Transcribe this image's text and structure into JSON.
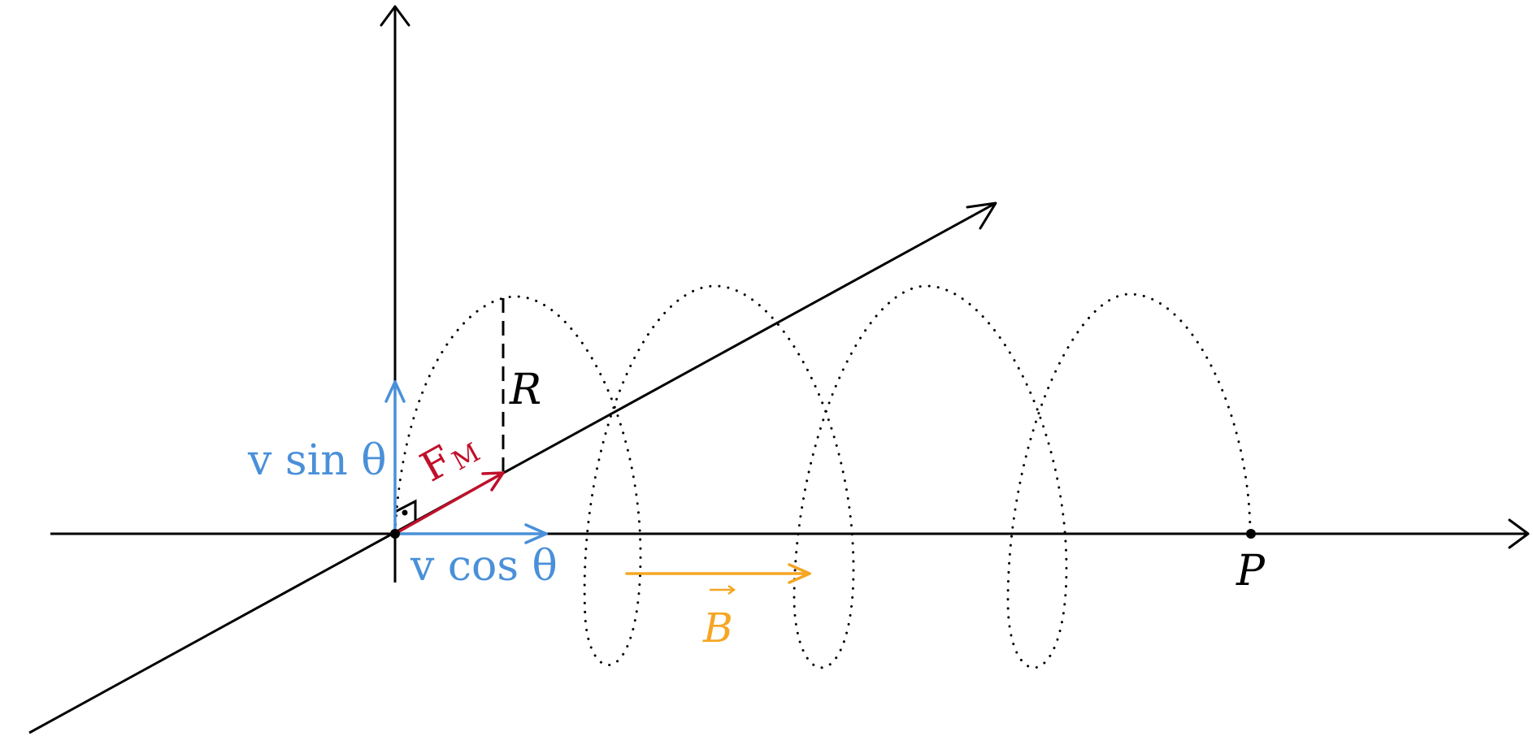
{
  "colors": {
    "axis": "#000000",
    "velocity": "#4a90d9",
    "force": "#c0102a",
    "field": "#f5a623",
    "path": "#000000"
  },
  "labels": {
    "v_sin": "v sin θ",
    "v_cos": "v cos θ",
    "force_main": "F",
    "force_sub": "M",
    "radius": "R",
    "field": "B",
    "point": "P"
  }
}
